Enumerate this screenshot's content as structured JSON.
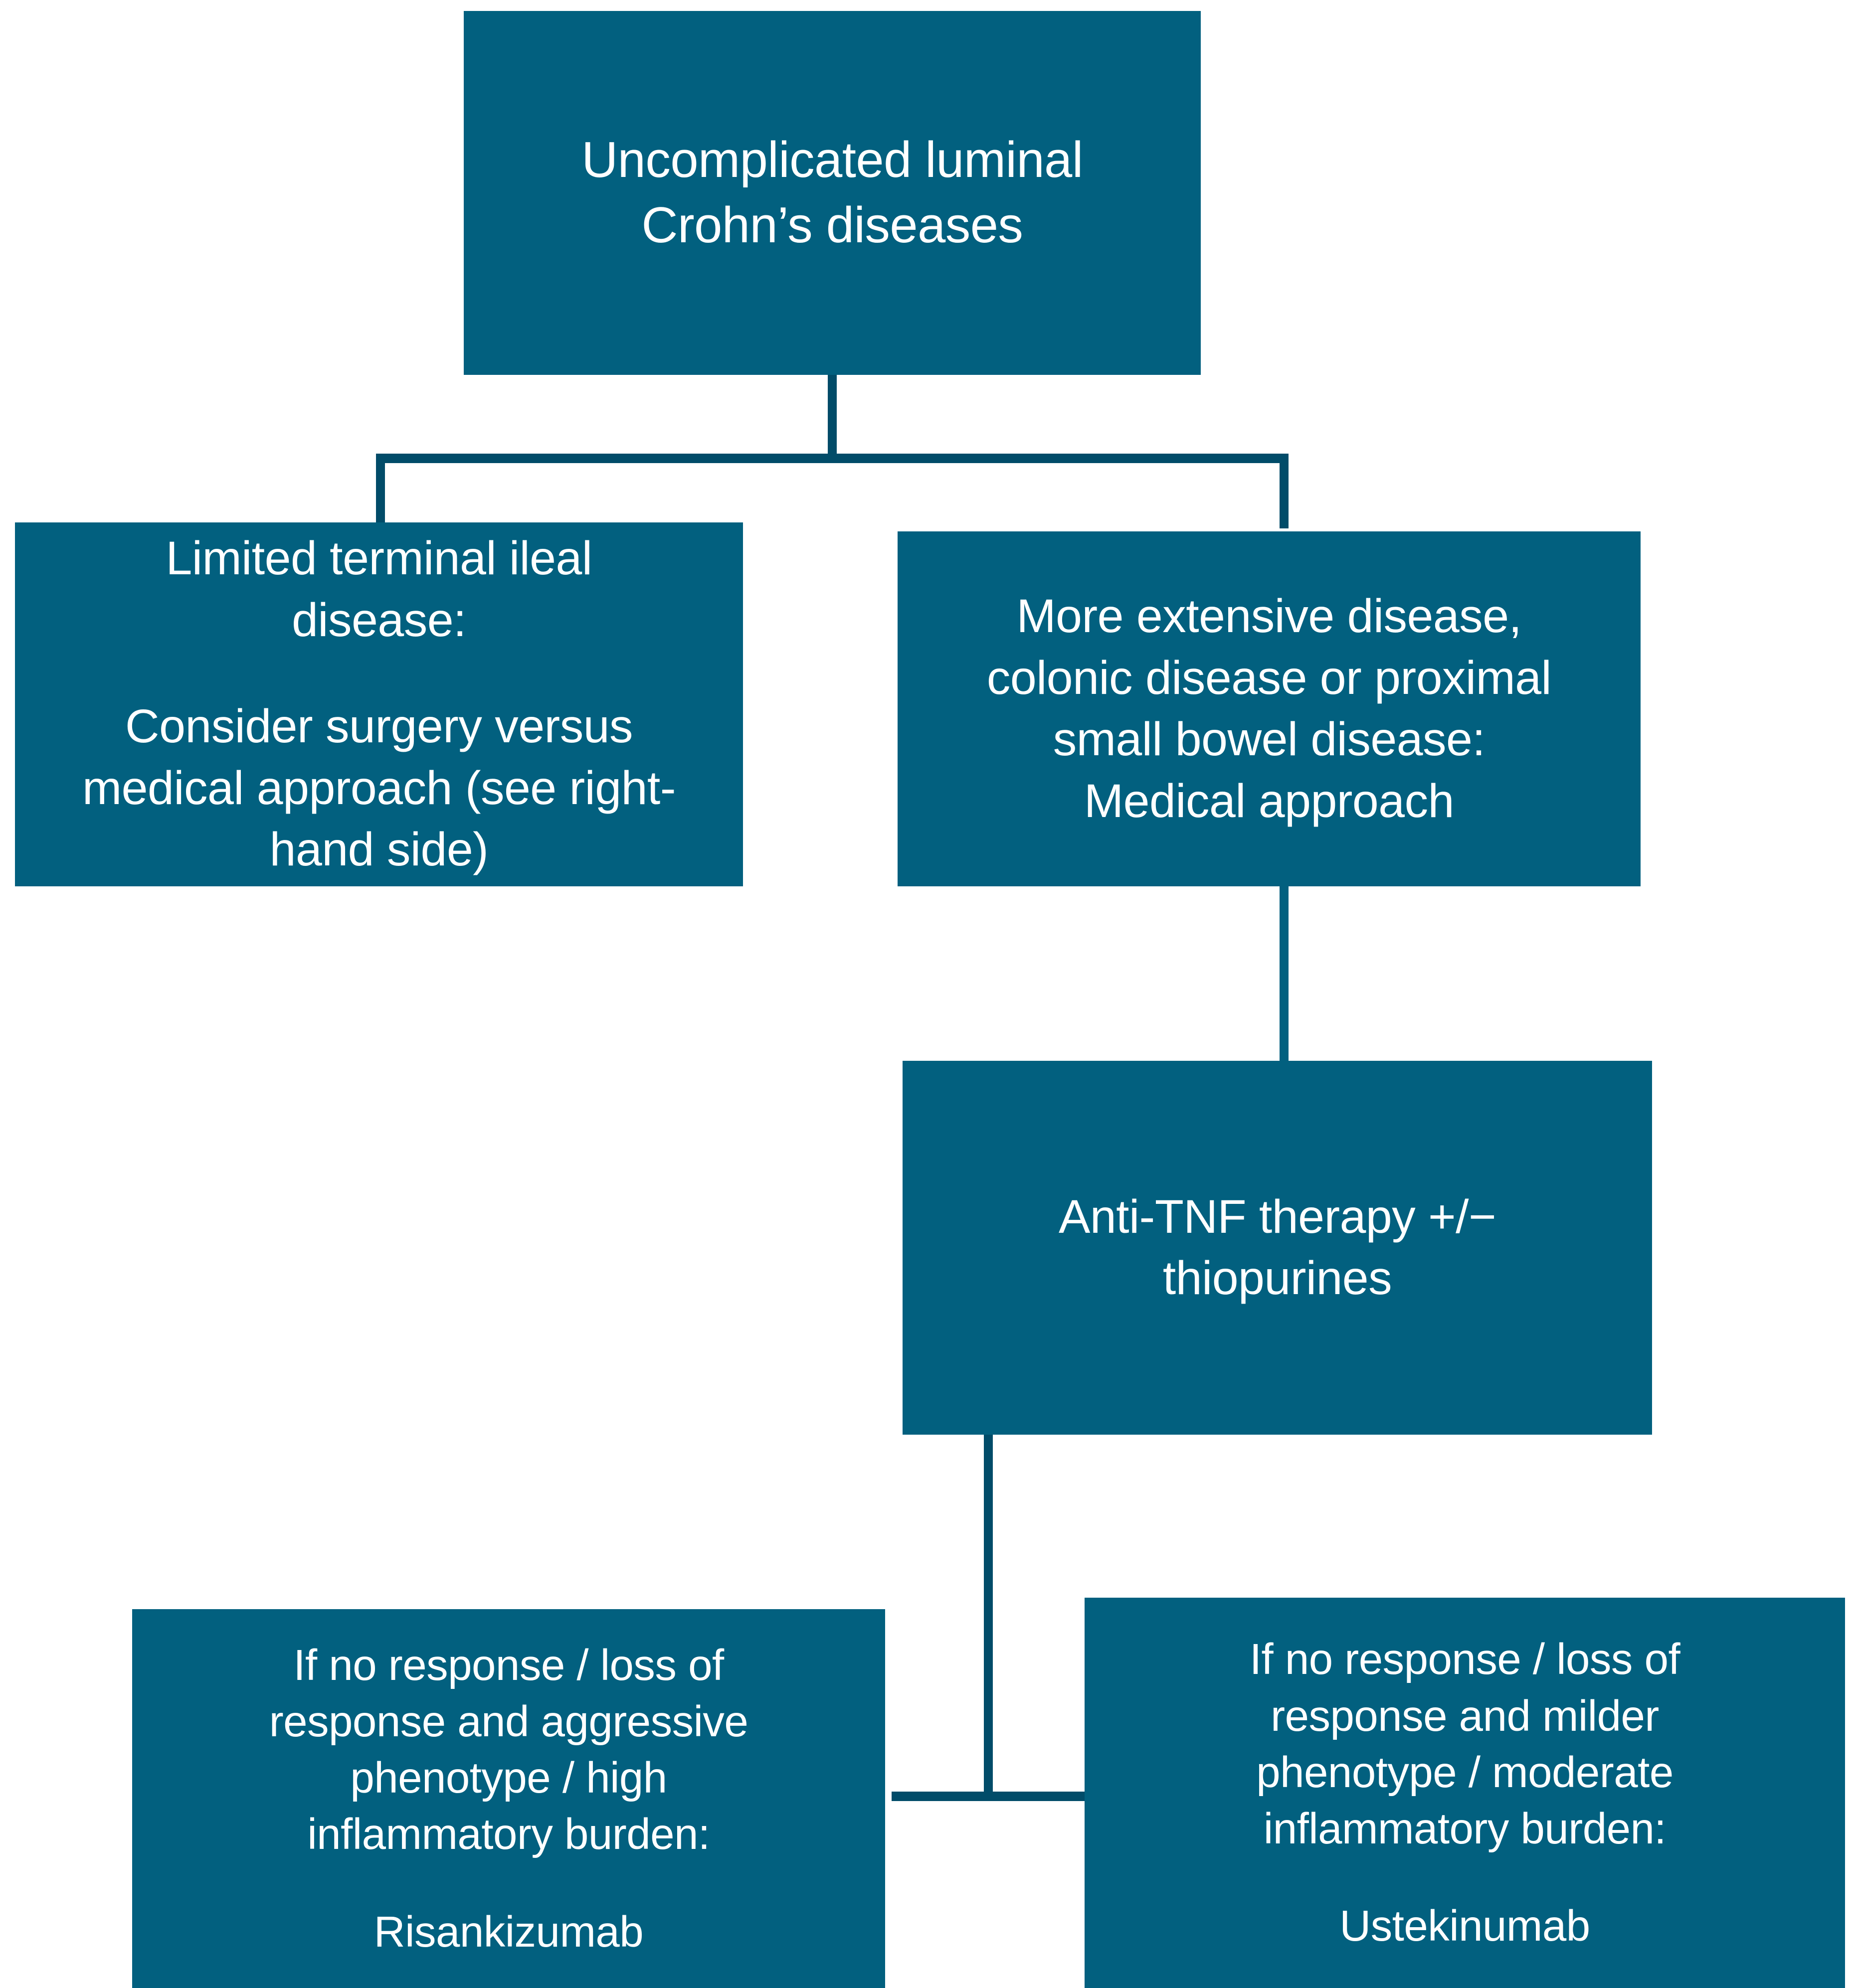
{
  "diagram": {
    "title": "Crohn's disease treatment algorithm",
    "colors": {
      "node_fill": "#02607F",
      "connector": "#014C69",
      "node_text": "#FFFFFF",
      "background": "#FFFFFF"
    },
    "nodes": {
      "root": {
        "id": "uncomplicated-luminal-crohns",
        "lines": [
          "Uncomplicated luminal",
          "Crohn’s diseases"
        ]
      },
      "limited_ileal": {
        "id": "limited-terminal-ileal-disease",
        "lines": [
          "Limited terminal ileal",
          "disease:"
        ],
        "lines2": [
          "Consider surgery versus",
          "medical approach (see right-",
          "hand side)"
        ]
      },
      "extensive": {
        "id": "more-extensive-disease",
        "lines": [
          "More extensive disease,",
          "colonic disease or proximal",
          "small bowel disease:",
          "Medical approach"
        ]
      },
      "anti_tnf": {
        "id": "anti-tnf-therapy",
        "lines": [
          "Anti-TNF therapy +/−",
          "thiopurines"
        ]
      },
      "risankizumab": {
        "id": "risankizumab-branch",
        "lines": [
          "If no response / loss of",
          "response and aggressive",
          "phenotype / high",
          "inflammatory burden:"
        ],
        "lines2": [
          "Risankizumab"
        ]
      },
      "ustekinumab": {
        "id": "ustekinumab-branch",
        "lines": [
          "If no response / loss of",
          "response and milder",
          "phenotype / moderate",
          "inflammatory burden:"
        ],
        "lines2": [
          "Ustekinumab"
        ]
      }
    },
    "edges": [
      {
        "from": "root",
        "to": "limited_ileal"
      },
      {
        "from": "root",
        "to": "extensive"
      },
      {
        "from": "extensive",
        "to": "anti_tnf"
      },
      {
        "from": "anti_tnf",
        "to": "risankizumab"
      },
      {
        "from": "anti_tnf",
        "to": "ustekinumab"
      }
    ]
  }
}
